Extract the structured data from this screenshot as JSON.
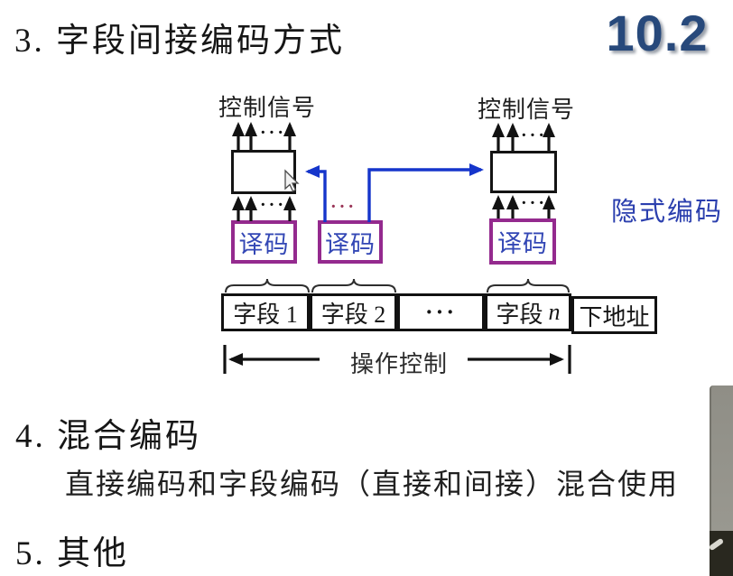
{
  "slide": {
    "title": "3. 字段间接编码方式",
    "page_number": "10.2",
    "sections": [
      {
        "heading": "4. 混合编码",
        "body": "直接编码和字段编码（直接和间接）混合使用"
      },
      {
        "heading": "5. 其他"
      }
    ]
  },
  "diagram": {
    "control_signal_left": "控制信号",
    "control_signal_right": "控制信号",
    "decoder_left": "译码",
    "decoder_middle": "译码",
    "decoder_right": "译码",
    "dots": "···",
    "annotation": "隐式编码",
    "cells": [
      "字段 1",
      "字段 2",
      "···"
    ],
    "cell_n": {
      "prefix": "字段",
      "var": "n"
    },
    "cell_last": "下地址",
    "measure_label": "操作控制"
  },
  "colors": {
    "page_number_blue": "#27497b",
    "decoder_border_purple": "#942a8e",
    "decoder_text_blue": "#3347b5",
    "connector_blue": "#1535cb",
    "annotation_blue": "#2b3fae",
    "dots_maroon": "#993355",
    "ink": "#161616"
  }
}
